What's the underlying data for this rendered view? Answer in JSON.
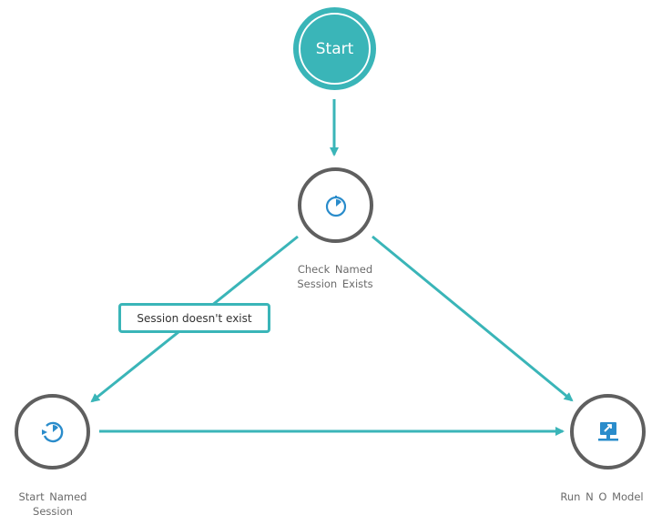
{
  "diagram": {
    "nodes": {
      "start": {
        "label": "Start"
      },
      "check_named_session": {
        "label_line1": "Check  Named",
        "label_line2": "Session  Exists",
        "icon": "timer-icon"
      },
      "start_named_session": {
        "label_line1": "Start  Named",
        "label_line2": "Session",
        "icon": "timer-play-icon"
      },
      "run_no_model": {
        "label": "Run  N O  Model",
        "icon": "monitor-run-icon"
      }
    },
    "edges": {
      "check_to_start_named": {
        "label": "Session doesn't exist"
      }
    },
    "colors": {
      "accent": "#3ab5b8",
      "node_border": "#5f5f5f",
      "icon": "#2a8ccb",
      "label_text": "#6a6a6a"
    }
  }
}
